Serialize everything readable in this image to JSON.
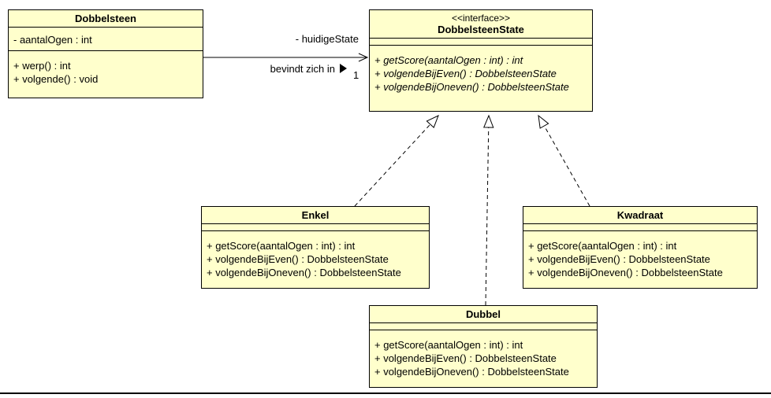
{
  "diagram": {
    "colors": {
      "box_fill": "#FFFFCC",
      "box_border": "#000000",
      "background": "#FFFFFF",
      "line": "#000000"
    },
    "classes": {
      "dobbelsteen": {
        "title": "Dobbelsteen",
        "attributes": [
          "- aantalOgen : int"
        ],
        "methods": [
          "+ werp() : int",
          "+ volgende() : void"
        ]
      },
      "dobbelsteenState": {
        "stereotype": "<<interface>>",
        "title": "DobbelsteenState",
        "attributes": [],
        "methods": [
          "+ getScore(aantalOgen : int) : int",
          "+ volgendeBijEven() : DobbelsteenState",
          "+ volgendeBijOneven() : DobbelsteenState"
        ]
      },
      "enkel": {
        "title": "Enkel",
        "attributes": [],
        "methods": [
          "+ getScore(aantalOgen : int) : int",
          "+ volgendeBijEven() : DobbelsteenState",
          "+ volgendeBijOneven() : DobbelsteenState"
        ]
      },
      "kwadraat": {
        "title": "Kwadraat",
        "attributes": [],
        "methods": [
          "+ getScore(aantalOgen : int) : int",
          "+ volgendeBijEven() : DobbelsteenState",
          "+ volgendeBijOneven() : DobbelsteenState"
        ]
      },
      "dubbel": {
        "title": "Dubbel",
        "attributes": [],
        "methods": [
          "+ getScore(aantalOgen : int) : int",
          "+ volgendeBijEven() : DobbelsteenState",
          "+ volgendeBijOneven() : DobbelsteenState"
        ]
      }
    },
    "association": {
      "role_label": "- huidigeState",
      "name_label": "bevindt zich in",
      "multiplicity": "1"
    }
  }
}
